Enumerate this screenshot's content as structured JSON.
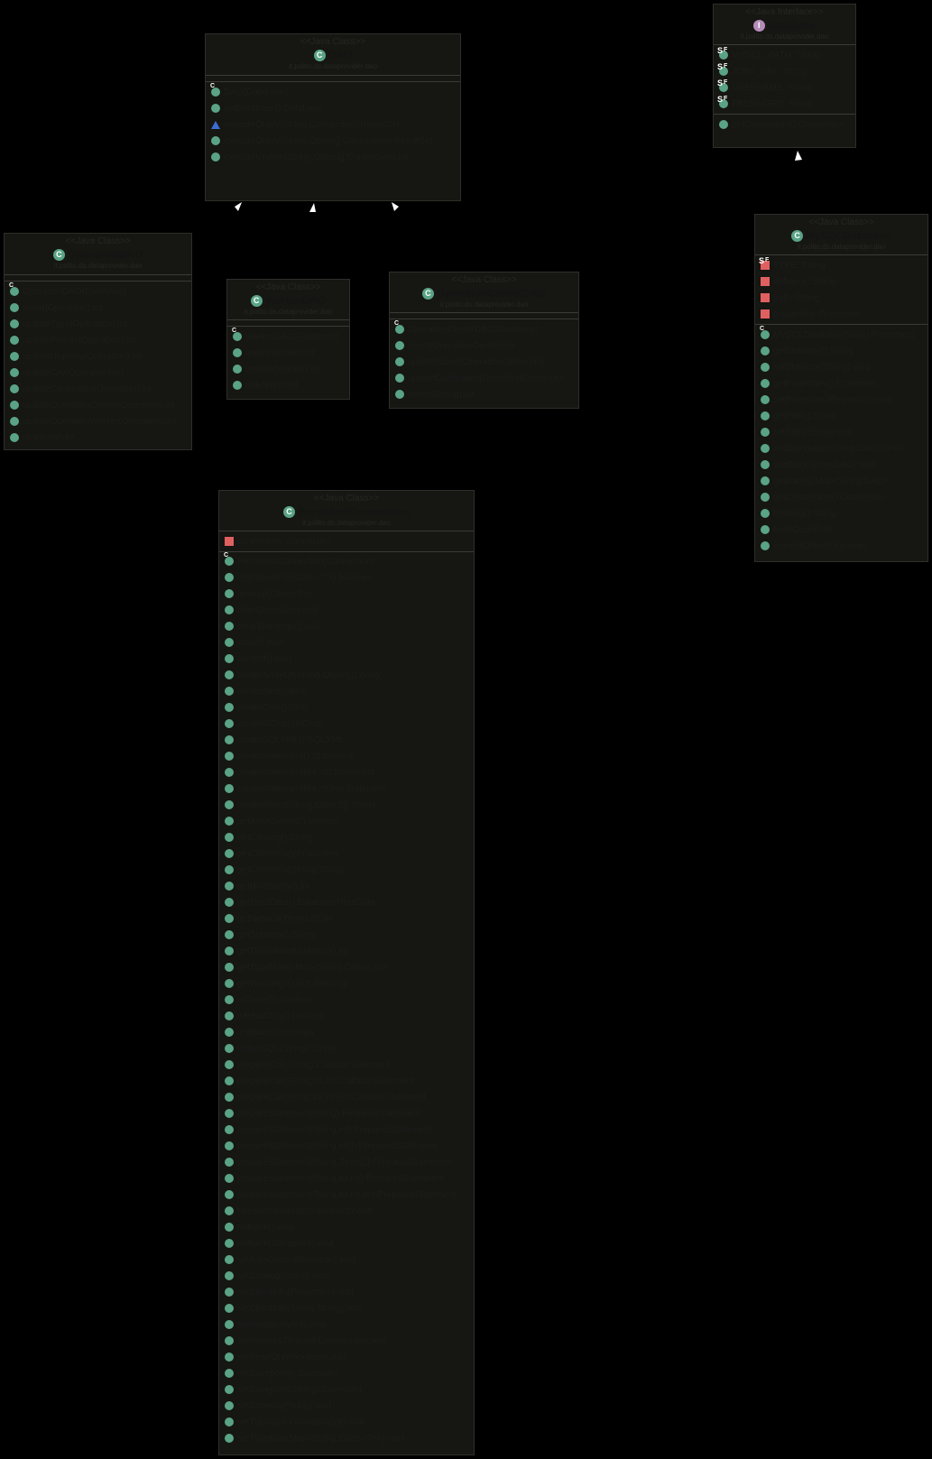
{
  "classes": {
    "dao": {
      "stereotype": "<<Java Class>>",
      "name": "DAO",
      "package": "it.polito.ds.dataprovider.dao",
      "fields": [],
      "methods": [
        {
          "vis": "pub",
          "mod": "C",
          "text": "DAO(Database)"
        },
        {
          "vis": "pub",
          "mod": "",
          "text": "getDatabase():Database"
        },
        {
          "vis": "prot",
          "mod": "",
          "text": "executeQuery(String,Connection):ResultSet"
        },
        {
          "vis": "pub",
          "mod": "",
          "text": "executeQuery(String,Object[],Connection):ResultSet"
        },
        {
          "vis": "pub",
          "mod": "",
          "text": "executeUpdate(String,Object[],Connection):int"
        }
      ]
    },
    "database": {
      "stereotype": "<<Java Interface>>",
      "name": "Database",
      "package": "it.polito.ds.dataprovider.dao",
      "fields": [
        {
          "vis": "pub",
          "mod": "SF",
          "text": "MYSQL_PATH: String"
        },
        {
          "vis": "pub",
          "mod": "SF",
          "text": "JDBC_URL: String"
        },
        {
          "vis": "pub",
          "mod": "SF",
          "text": "USERNAME: String"
        },
        {
          "vis": "pub",
          "mod": "SF",
          "text": "PASSWORD: String"
        }
      ],
      "methods": [
        {
          "vis": "pub",
          "mod": "",
          "text": "getConnection():Connection"
        }
      ]
    },
    "operationDAO": {
      "stereotype": "<<Java Class>>",
      "name": "OperationDAO",
      "package": "it.polito.ds.dataprovider.dao",
      "fields": [],
      "methods": [
        {
          "vis": "pub",
          "mod": "C",
          "text": "OperationDAO(Database)"
        },
        {
          "vis": "pub",
          "mod": "",
          "text": "insert(Operation):int"
        },
        {
          "vis": "pub",
          "mod": "",
          "text": "updateType(Operation):int"
        },
        {
          "vis": "pub",
          "mod": "",
          "text": "updatePriority(Operation):int"
        },
        {
          "vis": "pub",
          "mod": "",
          "text": "updateUrgency(Operation):int"
        },
        {
          "vis": "pub",
          "mod": "",
          "text": "updateCity(Operation):int"
        },
        {
          "vis": "pub",
          "mod": "",
          "text": "updateCardinates(Operation):int"
        },
        {
          "vis": "pub",
          "mod": "",
          "text": "updateOperationCenter(Operation):int"
        },
        {
          "vis": "pub",
          "mod": "",
          "text": "updateOperationWorker(Operation):int"
        },
        {
          "vis": "pub",
          "mod": "",
          "text": "delete(int):int"
        }
      ]
    },
    "workerDAO": {
      "stereotype": "<<Java Class>>",
      "name": "WorkerDAO",
      "package": "it.polito.ds.dataprovider.dao",
      "fields": [],
      "methods": [
        {
          "vis": "pub",
          "mod": "C",
          "text": "WorkerDAO(Database)"
        },
        {
          "vis": "pub",
          "mod": "",
          "text": "insert(Worker):int"
        },
        {
          "vis": "pub",
          "mod": "",
          "text": "update(Worker):int"
        },
        {
          "vis": "pub",
          "mod": "",
          "text": "delete(int):int"
        }
      ]
    },
    "operationCenterDAO": {
      "stereotype": "<<Java Class>>",
      "name": "OperationCenterDAO",
      "package": "it.polito.ds.dataprovider.dao",
      "fields": [],
      "methods": [
        {
          "vis": "pub",
          "mod": "C",
          "text": "OperationCenterDAO(Database)"
        },
        {
          "vis": "pub",
          "mod": "",
          "text": "insert(OperationCenter):int"
        },
        {
          "vis": "pub",
          "mod": "",
          "text": "updateName(OperationCenter):int"
        },
        {
          "vis": "pub",
          "mod": "",
          "text": "updateCordinates(OperationCenter):int"
        },
        {
          "vis": "pub",
          "mod": "",
          "text": "delete(String):int"
        }
      ]
    },
    "mysqlDatabase": {
      "stereotype": "<<Java Class>>",
      "name": "MySQLDatabase",
      "package": "it.polito.ds.dataprovider.dao",
      "fields": [
        {
          "vis": "priv",
          "mod": "SF",
          "text": "TYPE: String"
        },
        {
          "vis": "priv",
          "mod": "",
          "text": "dbName: String"
        },
        {
          "vis": "priv",
          "mod": "",
          "text": "path: String"
        },
        {
          "vis": "priv",
          "mod": "",
          "text": "properties: Properties"
        }
      ],
      "methods": [
        {
          "vis": "pub",
          "mod": "C",
          "text": "MySQLDatabase(String,Properties)"
        },
        {
          "vis": "pub",
          "mod": "",
          "text": "getDbName():String"
        },
        {
          "vis": "pub",
          "mod": "",
          "text": "setDbName(String):void"
        },
        {
          "vis": "pub",
          "mod": "",
          "text": "getProperties():Properties"
        },
        {
          "vis": "pub",
          "mod": "",
          "text": "setProperties(Properties):void"
        },
        {
          "vis": "pub",
          "mod": "",
          "text": "getPath():String"
        },
        {
          "vis": "pub",
          "mod": "",
          "text": "setPath(String):void"
        },
        {
          "vis": "pub",
          "mod": "",
          "text": "addDao(Map<String,DAO>):void"
        },
        {
          "vis": "pub",
          "mod": "",
          "text": "addDao(String,DAO):void"
        },
        {
          "vis": "pub",
          "mod": "",
          "text": "getDaos():Map<String,DAO>"
        },
        {
          "vis": "pub",
          "mod": "",
          "text": "getConnection():Connection"
        },
        {
          "vis": "pub",
          "mod": "",
          "text": "toString():String"
        },
        {
          "vis": "pub",
          "mod": "",
          "text": "hashCode():int"
        },
        {
          "vis": "pub",
          "mod": "",
          "text": "equals(Object):boolean"
        }
      ]
    },
    "persistentConnection": {
      "stereotype": "<<Java Class>>",
      "name": "PersistentConnection",
      "package": "it.polito.ds.dataprovider.dao",
      "fields": [
        {
          "vis": "priv",
          "mod": "",
          "text": "connection: Connection"
        }
      ],
      "methods": [
        {
          "vis": "pub",
          "mod": "C",
          "text": "PersistentConnection(Connection)"
        },
        {
          "vis": "pub",
          "mod": "",
          "text": "isWrapperFor(Class<?>):boolean"
        },
        {
          "vis": "pub",
          "mod": "",
          "text": "unwrap(Class<T>)"
        },
        {
          "vis": "pub",
          "mod": "",
          "text": "abort(Executor):void"
        },
        {
          "vis": "pub",
          "mod": "",
          "text": "clearWarnings():void"
        },
        {
          "vis": "pub",
          "mod": "",
          "text": "close():void"
        },
        {
          "vis": "pub",
          "mod": "",
          "text": "commit():void"
        },
        {
          "vis": "pub",
          "mod": "",
          "text": "createArrayOf(String,Object[]):Array"
        },
        {
          "vis": "pub",
          "mod": "",
          "text": "createBlob():Blob"
        },
        {
          "vis": "pub",
          "mod": "",
          "text": "createClob():Clob"
        },
        {
          "vis": "pub",
          "mod": "",
          "text": "createNClob():NClob"
        },
        {
          "vis": "pub",
          "mod": "",
          "text": "createSQLXML():SQLXML"
        },
        {
          "vis": "pub",
          "mod": "",
          "text": "createStatement():Statement"
        },
        {
          "vis": "pub",
          "mod": "",
          "text": "createStatement(int,int):Statement"
        },
        {
          "vis": "pub",
          "mod": "",
          "text": "createStatement(int,int,int):Statement"
        },
        {
          "vis": "pub",
          "mod": "",
          "text": "createStruct(String,Object[]):Struct"
        },
        {
          "vis": "pub",
          "mod": "",
          "text": "getAutoCommit():boolean"
        },
        {
          "vis": "pub",
          "mod": "",
          "text": "getCatalog():String"
        },
        {
          "vis": "pub",
          "mod": "",
          "text": "getClientInfo():Properties"
        },
        {
          "vis": "pub",
          "mod": "",
          "text": "getClientInfo(String):String"
        },
        {
          "vis": "pub",
          "mod": "",
          "text": "getHoldability():int"
        },
        {
          "vis": "pub",
          "mod": "",
          "text": "getMetaData():DatabaseMetaData"
        },
        {
          "vis": "pub",
          "mod": "",
          "text": "getNetworkTimeout():int"
        },
        {
          "vis": "pub",
          "mod": "",
          "text": "getSchema():String"
        },
        {
          "vis": "pub",
          "mod": "",
          "text": "getTransactionIsolation():int"
        },
        {
          "vis": "pub",
          "mod": "",
          "text": "getTypeMap():Map<String,Class<?>>"
        },
        {
          "vis": "pub",
          "mod": "",
          "text": "getWarnings():SQLWarning"
        },
        {
          "vis": "pub",
          "mod": "",
          "text": "isClosed():boolean"
        },
        {
          "vis": "pub",
          "mod": "",
          "text": "isReadOnly():boolean"
        },
        {
          "vis": "pub",
          "mod": "",
          "text": "isValid(int):boolean"
        },
        {
          "vis": "pub",
          "mod": "",
          "text": "nativeSQL(String):String"
        },
        {
          "vis": "pub",
          "mod": "",
          "text": "prepareCall(String):CallableStatement"
        },
        {
          "vis": "pub",
          "mod": "",
          "text": "prepareCall(String,int,int):CallableStatement"
        },
        {
          "vis": "pub",
          "mod": "",
          "text": "prepareCall(String,int,int,int):CallableStatement"
        },
        {
          "vis": "pub",
          "mod": "",
          "text": "prepareStatement(String):PreparedStatement"
        },
        {
          "vis": "pub",
          "mod": "",
          "text": "prepareStatement(String,int):PreparedStatement"
        },
        {
          "vis": "pub",
          "mod": "",
          "text": "prepareStatement(String,int[]):PreparedStatement"
        },
        {
          "vis": "pub",
          "mod": "",
          "text": "prepareStatement(String,String[]):PreparedStatement"
        },
        {
          "vis": "pub",
          "mod": "",
          "text": "prepareStatement(String,int,int):PreparedStatement"
        },
        {
          "vis": "pub",
          "mod": "",
          "text": "prepareStatement(String,int,int,int):PreparedStatement"
        },
        {
          "vis": "pub",
          "mod": "",
          "text": "releaseSavepoint(Savepoint):void"
        },
        {
          "vis": "pub",
          "mod": "",
          "text": "rollback():void"
        },
        {
          "vis": "pub",
          "mod": "",
          "text": "rollback(Savepoint):void"
        },
        {
          "vis": "pub",
          "mod": "",
          "text": "setAutoCommit(boolean):void"
        },
        {
          "vis": "pub",
          "mod": "",
          "text": "setCatalog(String):void"
        },
        {
          "vis": "pub",
          "mod": "",
          "text": "setClientInfo(Properties):void"
        },
        {
          "vis": "pub",
          "mod": "",
          "text": "setClientInfo(String,String):void"
        },
        {
          "vis": "pub",
          "mod": "",
          "text": "setHoldability(int):void"
        },
        {
          "vis": "pub",
          "mod": "",
          "text": "setNetworkTimeout(Executor,int):void"
        },
        {
          "vis": "pub",
          "mod": "",
          "text": "setReadOnly(boolean):void"
        },
        {
          "vis": "pub",
          "mod": "",
          "text": "setSavepoint():Savepoint"
        },
        {
          "vis": "pub",
          "mod": "",
          "text": "setSavepoint(String):Savepoint"
        },
        {
          "vis": "pub",
          "mod": "",
          "text": "setSchema(String):void"
        },
        {
          "vis": "pub",
          "mod": "",
          "text": "setTransactionIsolation(int):void"
        },
        {
          "vis": "pub",
          "mod": "",
          "text": "setTypeMap(Map<String,Class<?>>):void"
        }
      ]
    }
  }
}
